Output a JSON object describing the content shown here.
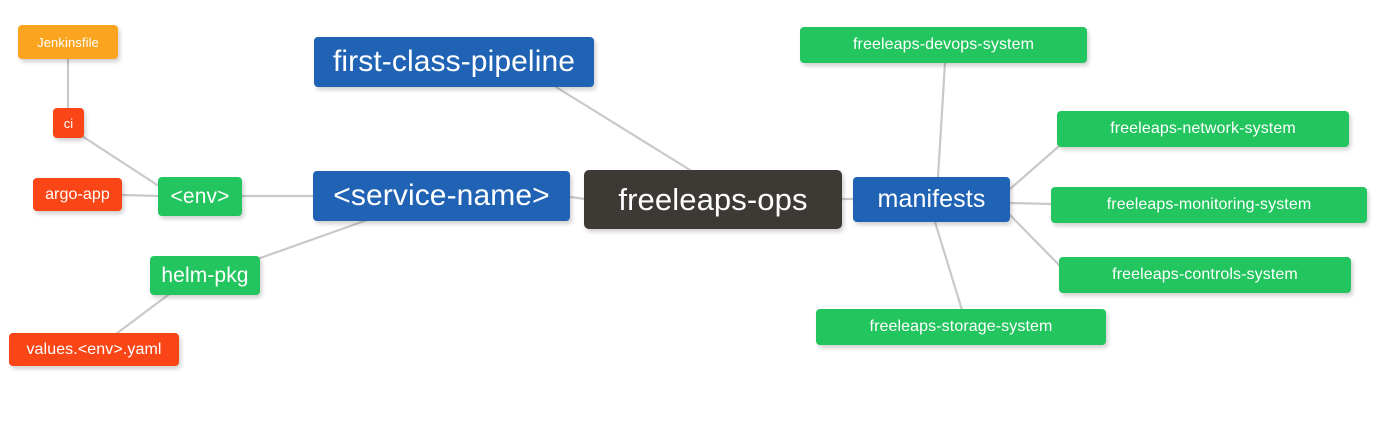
{
  "diagram": {
    "type": "mindmap",
    "title": "freeleaps-ops",
    "background": "#ffffff",
    "edge_color": "#c9c9c9",
    "palette": {
      "root": "#3d3935",
      "blue": "#2063b5",
      "green": "#22c55e",
      "orange": "#faa41f",
      "red": "#fa4616",
      "text": "#ffffff"
    }
  },
  "nodes": {
    "root": {
      "label": "freeleaps-ops",
      "color": "#3d3935"
    },
    "first_class_pipeline": {
      "label": "first-class-pipeline",
      "color": "#2063b5"
    },
    "service_name": {
      "label": "<service-name>",
      "color": "#2063b5"
    },
    "manifests": {
      "label": "manifests",
      "color": "#2063b5"
    },
    "env": {
      "label": "<env>",
      "color": "#22c55e"
    },
    "helm_pkg": {
      "label": "helm-pkg",
      "color": "#22c55e"
    },
    "jenkinsfile": {
      "label": "Jenkinsfile",
      "color": "#faa41f"
    },
    "ci": {
      "label": "ci",
      "color": "#fa4616"
    },
    "argo_app": {
      "label": "argo-app",
      "color": "#fa4616"
    },
    "values_yaml": {
      "label": "values.<env>.yaml",
      "color": "#fa4616"
    },
    "devops_system": {
      "label": "freeleaps-devops-system",
      "color": "#22c55e"
    },
    "network_system": {
      "label": "freeleaps-network-system",
      "color": "#22c55e"
    },
    "monitoring_system": {
      "label": "freeleaps-monitoring-system",
      "color": "#22c55e"
    },
    "controls_system": {
      "label": "freeleaps-controls-system",
      "color": "#22c55e"
    },
    "storage_system": {
      "label": "freeleaps-storage-system",
      "color": "#22c55e"
    }
  },
  "edges": [
    {
      "from": "first_class_pipeline",
      "to": "root"
    },
    {
      "from": "service_name",
      "to": "root"
    },
    {
      "from": "manifests",
      "to": "root"
    },
    {
      "from": "env",
      "to": "service_name"
    },
    {
      "from": "helm_pkg",
      "to": "service_name"
    },
    {
      "from": "ci",
      "to": "env"
    },
    {
      "from": "argo_app",
      "to": "env"
    },
    {
      "from": "jenkinsfile",
      "to": "ci"
    },
    {
      "from": "values_yaml",
      "to": "helm_pkg"
    },
    {
      "from": "devops_system",
      "to": "manifests"
    },
    {
      "from": "network_system",
      "to": "manifests"
    },
    {
      "from": "monitoring_system",
      "to": "manifests"
    },
    {
      "from": "controls_system",
      "to": "manifests"
    },
    {
      "from": "storage_system",
      "to": "manifests"
    }
  ]
}
